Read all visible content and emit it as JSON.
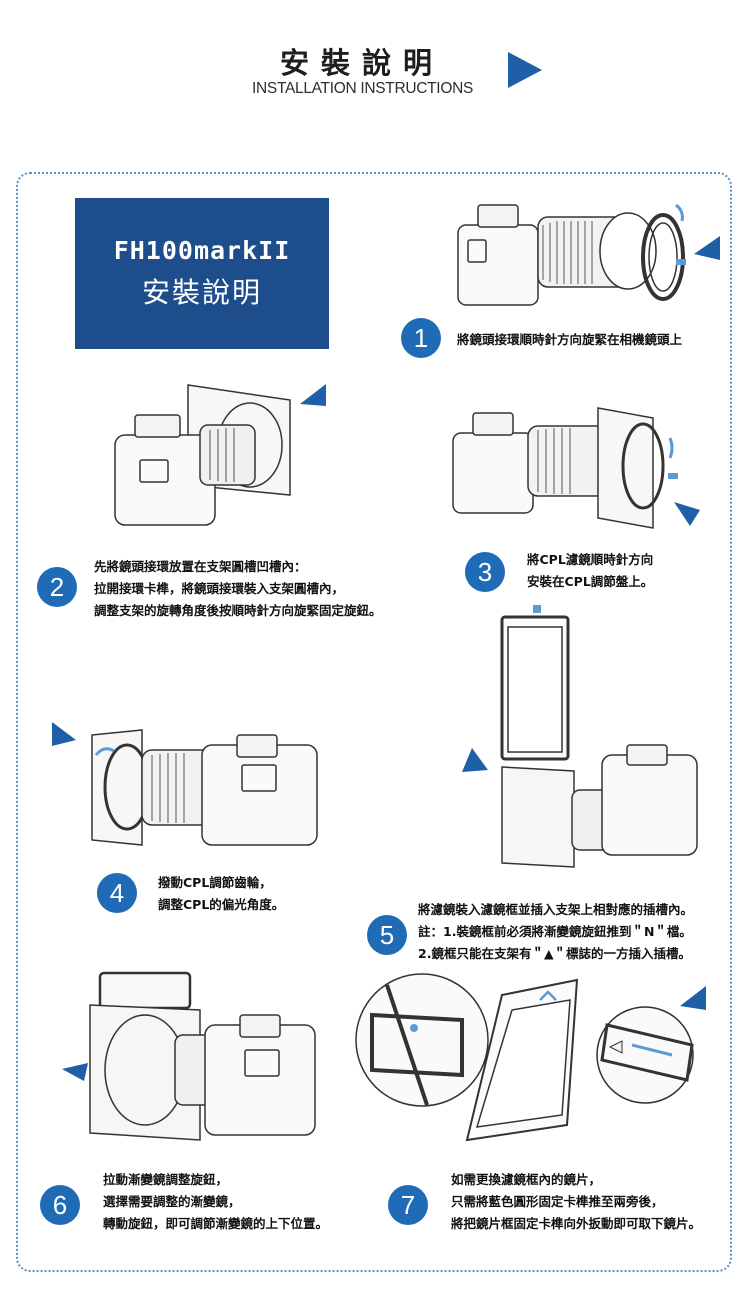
{
  "header": {
    "title": "安裝說明",
    "subtitle": "INSTALLATION INSTRUCTIONS",
    "accent_color": "#1f5fa8"
  },
  "model_box": {
    "line1": "FH100markII",
    "line2": "安裝說明",
    "bg_color": "#1d4d8a"
  },
  "steps": [
    {
      "number": "1",
      "lines": [
        "將鏡頭接環順時針方向旋緊在相機鏡頭上"
      ]
    },
    {
      "number": "2",
      "lines": [
        "先將鏡頭接環放置在支架圓槽凹槽內：",
        "拉開接環卡榫，將鏡頭接環裝入支架圓槽內，",
        "調整支架的旋轉角度後按順時針方向旋緊固定旋鈕。"
      ]
    },
    {
      "number": "3",
      "lines": [
        "將CPL濾鏡順時針方向",
        "安裝在CPL調節盤上。"
      ]
    },
    {
      "number": "4",
      "lines": [
        "撥動CPL調節齒輪，",
        "調整CPL的偏光角度。"
      ]
    },
    {
      "number": "5",
      "lines": [
        "將濾鏡裝入濾鏡框並插入支架上相對應的插槽內。",
        "註：1.裝鏡框前必須將漸變鏡旋鈕推到＂N＂檔。",
        "2.鏡框只能在支架有＂▲＂標誌的一方插入插槽。"
      ]
    },
    {
      "number": "6",
      "lines": [
        "拉動漸變鏡調整旋鈕，",
        "選擇需要調整的漸變鏡，",
        "轉動旋鈕，即可調節漸變鏡的上下位置。"
      ]
    },
    {
      "number": "7",
      "lines": [
        "如需更換濾鏡框內的鏡片，",
        "只需將藍色圓形固定卡榫推至兩旁後，",
        "將把鏡片框固定卡榫向外扳動即可取下鏡片。"
      ]
    }
  ]
}
